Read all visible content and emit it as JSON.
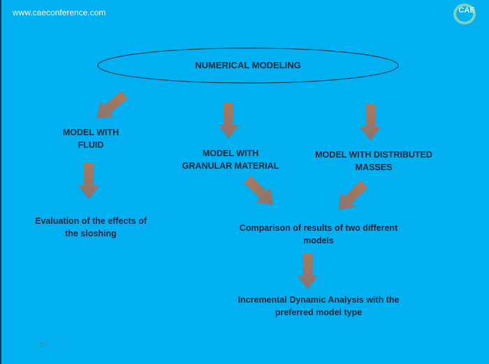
{
  "header": {
    "url": "www.caeconference.com",
    "logo_text": "CAE"
  },
  "diagram": {
    "root": "NUMERICAL MODELING",
    "model_fluid": "MODEL WITH FLUID",
    "model_granular": "MODEL WITH GRANULAR MATERIAL",
    "model_distributed": "MODEL WITH DISTRIBUTED MASSES",
    "sloshing": "Evaluation of the effects of the sloshing",
    "comparison": "Comparison of results of two different models",
    "ida": "Incremental Dynamic Analysis with the preferred model type"
  },
  "colors": {
    "background": "#00b0f0",
    "arrow": "#a0735a",
    "text": "#10243a"
  },
  "footer": {
    "page_number": "12"
  }
}
